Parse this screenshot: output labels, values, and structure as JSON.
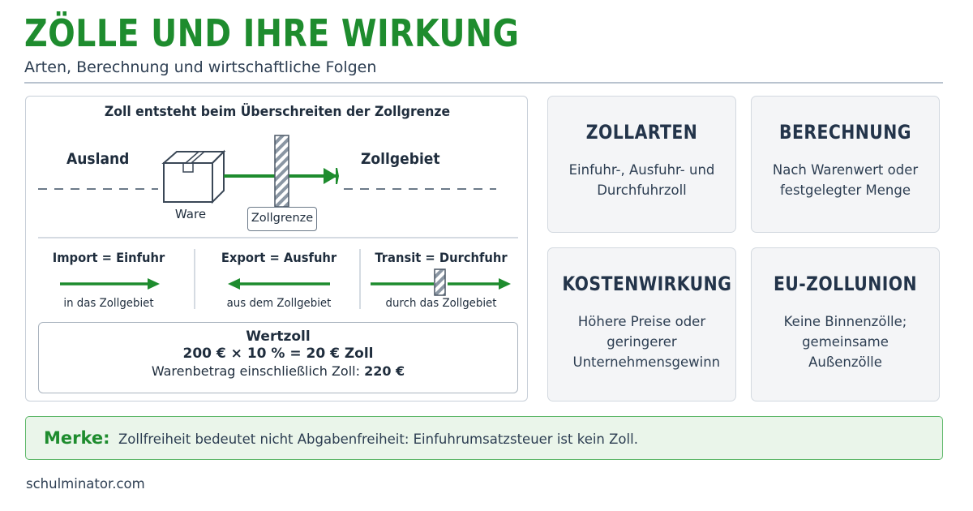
{
  "title": "ZÖLLE UND IHRE WIRKUNG",
  "subtitle": "Arten, Berechnung und wirtschaftliche Folgen",
  "diagram": {
    "heading": "Zoll entsteht beim Überschreiten der Zollgrenze",
    "left_label": "Ausland",
    "right_label": "Zollgebiet",
    "goods_label": "Ware",
    "border_label": "Zollgrenze",
    "flows": [
      {
        "title": "Import = Einfuhr",
        "desc": "in das Zollgebiet"
      },
      {
        "title": "Export = Ausfuhr",
        "desc": "aus dem Zollgebiet"
      },
      {
        "title": "Transit = Durchfuhr",
        "desc": "durch das Zollgebiet"
      }
    ],
    "calc": {
      "title": "Wertzoll",
      "formula": "200 € × 10 % = 20 € Zoll",
      "total_label": "Warenbetrag einschließlich Zoll:",
      "total_value": "220 €"
    }
  },
  "cards": [
    {
      "title": "ZOLLARTEN",
      "text": "Einfuhr-, Ausfuhr- und Durchfuhrzoll"
    },
    {
      "title": "BERECHNUNG",
      "text": "Nach Warenwert oder festgelegter Menge"
    },
    {
      "title": "KOSTENWIRKUNG",
      "text": "Höhere Preise oder geringerer Unternehmensgewinn"
    },
    {
      "title": "EU-ZOLLUNION",
      "text": "Keine Binnenzölle; gemeinsame Außenzölle"
    }
  ],
  "note": {
    "label": "Merke:",
    "text": "Zollfreiheit bedeutet nicht Abgabenfreiheit: Einfuhrumsatzsteuer ist kein Zoll."
  },
  "footer": "schulminator.com",
  "colors": {
    "accent_green": "#1e8c2e",
    "text_dark": "#1f2d3d",
    "card_bg": "#f4f5f7",
    "note_bg": "#eaf5ea"
  }
}
